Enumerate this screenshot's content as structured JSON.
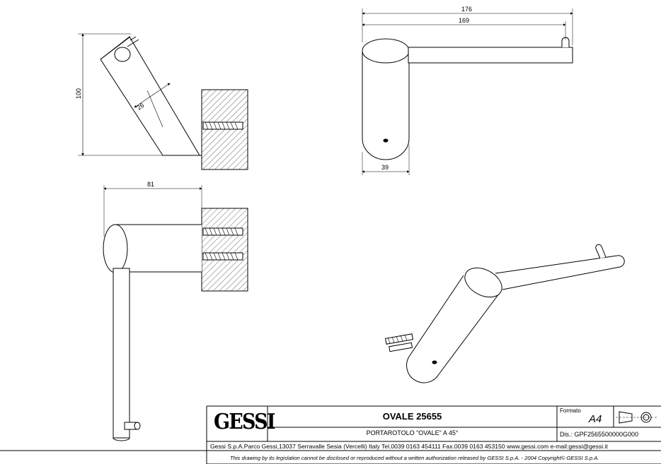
{
  "dimensions": {
    "side_height": "100",
    "side_width": "26",
    "top_overall": "176",
    "top_inner": "169",
    "top_width": "39",
    "front_width": "81"
  },
  "title_block": {
    "logo": "GESSI",
    "title": "OVALE 25655",
    "subtitle": "PORTAROTOLO \"OVALE\" A 45°",
    "formato_label": "Formato",
    "formato_value": "A4",
    "drawing_number": "Dis.: GPF2565500000G000",
    "address": "Gessi S.p.A.Parco Gessi,13037 Serravalle Sesia (Vercelli) Italy Tel.0039 0163 454111 Fax.0039 0163 453150 www.gessi.com e-mail:gessi@gessi.it",
    "disclaimer": "This drawing by its legislation cannot be disclosed or reproduced without a written authorization released by GESSI S.p.A. - 2004 Copyright© GESSI S.p.A."
  }
}
